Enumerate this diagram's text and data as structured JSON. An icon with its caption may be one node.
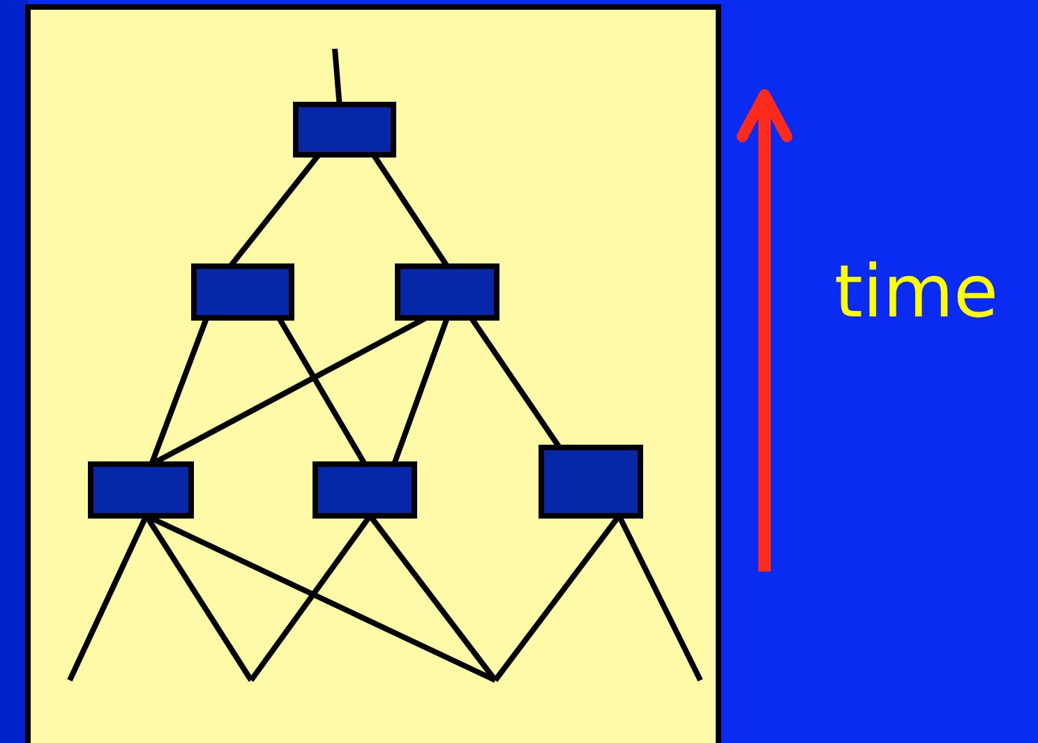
{
  "diagram": {
    "nodes": [
      {
        "text": [],
        "shape": "box"
      },
      {
        "text": [],
        "shape": "box"
      },
      {
        "text": [],
        "shape": "box"
      },
      {
        "text": [],
        "shape": "box"
      },
      {
        "text": [],
        "shape": "box"
      },
      {
        "text": [],
        "shape": "box"
      }
    ],
    "edges": [
      {
        "from": 0,
        "to": 1,
        "arrow": "none"
      },
      {
        "from": 0,
        "to": 2,
        "arrow": "none"
      },
      {
        "from": 1,
        "to": 3,
        "arrow": "none"
      },
      {
        "from": 1,
        "to": 4,
        "arrow": "none"
      },
      {
        "from": 2,
        "to": 3,
        "arrow": "none"
      },
      {
        "from": 2,
        "to": 4,
        "arrow": "none"
      },
      {
        "from": 2,
        "to": 5,
        "arrow": "none"
      },
      {
        "from": null,
        "to": 0,
        "arrow": "none"
      },
      {
        "from": 3,
        "to": null,
        "arrow": "none"
      },
      {
        "from": 3,
        "to": null,
        "arrow": "none"
      },
      {
        "from": 3,
        "to": null,
        "arrow": "none"
      },
      {
        "from": 4,
        "to": null,
        "arrow": "none"
      },
      {
        "from": 4,
        "to": null,
        "arrow": "none"
      },
      {
        "from": 5,
        "to": null,
        "arrow": "none"
      },
      {
        "from": 5,
        "to": null,
        "arrow": "none"
      }
    ],
    "labels": [
      "time"
    ]
  }
}
